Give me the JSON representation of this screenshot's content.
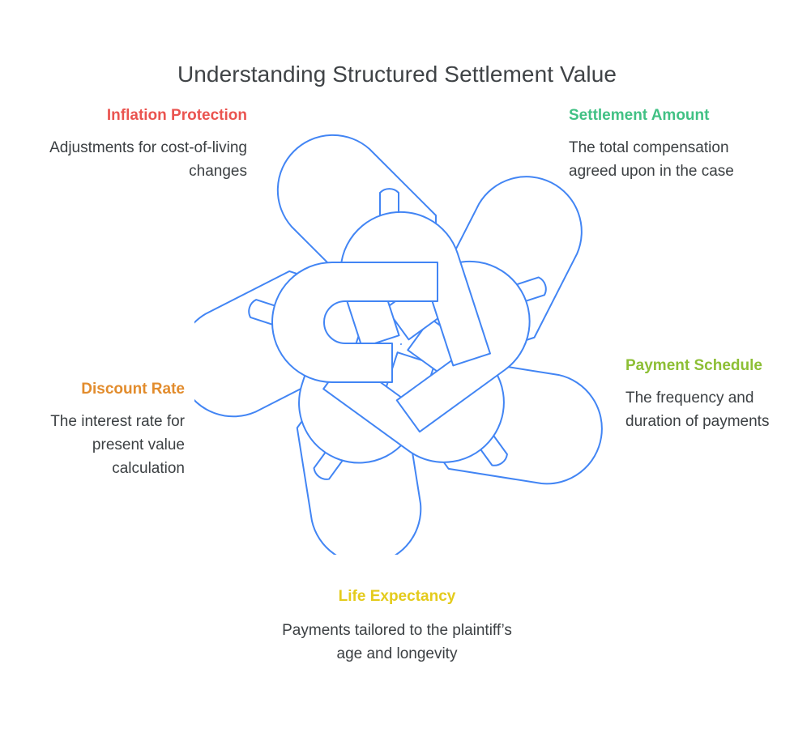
{
  "page": {
    "title": "Understanding Structured Settlement Value",
    "background_color": "#ffffff",
    "text_color": "#3c4043"
  },
  "graphic": {
    "name": "celtic-knot-diagram",
    "stroke_color": "#4285f4",
    "fill_color": "#ffffff",
    "stroke_width": 2,
    "symmetry": 5,
    "description": "Five-fold interwoven Celtic knot outline in blue"
  },
  "callouts": [
    {
      "id": "inflation-protection",
      "title": "Inflation Protection",
      "description": "Adjustments for cost-of-living changes",
      "color": "#ea5450",
      "align": "right",
      "position": "top-left"
    },
    {
      "id": "settlement-amount",
      "title": "Settlement Amount",
      "description": "The total compensation agreed upon in the case",
      "color": "#41c184",
      "align": "left",
      "position": "top-right"
    },
    {
      "id": "discount-rate",
      "title": "Discount Rate",
      "description": "The interest rate for present value calculation",
      "color": "#e28c2d",
      "align": "right",
      "position": "mid-left"
    },
    {
      "id": "payment-schedule",
      "title": "Payment Schedule",
      "description": "The frequency and duration of payments",
      "color": "#8dbf35",
      "align": "left",
      "position": "mid-right"
    },
    {
      "id": "life-expectancy",
      "title": "Life Expectancy",
      "description": "Payments tailored to the plaintiff’s age and longevity",
      "color": "#e4cb1c",
      "align": "center",
      "position": "bottom-center"
    }
  ]
}
